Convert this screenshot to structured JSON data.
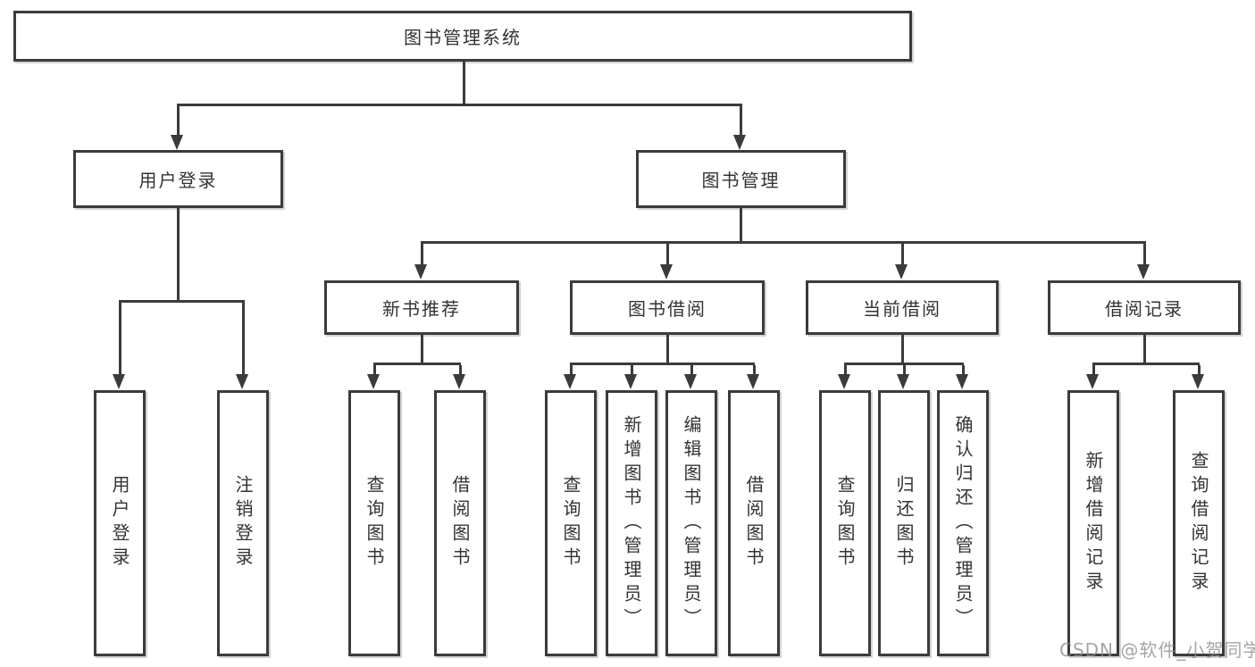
{
  "title": "图书管理系统",
  "tree": {
    "root": "图书管理系统",
    "children": [
      {
        "label": "用户登录",
        "children": [
          {
            "label": "用户登录"
          },
          {
            "label": "注销登录"
          }
        ]
      },
      {
        "label": "图书管理",
        "children": [
          {
            "label": "新书推荐",
            "children": [
              {
                "label": "查询图书"
              },
              {
                "label": "借阅图书"
              }
            ]
          },
          {
            "label": "图书借阅",
            "children": [
              {
                "label": "查询图书"
              },
              {
                "label": "新增图书（管理员）"
              },
              {
                "label": "编辑图书（管理员）"
              },
              {
                "label": "借阅图书"
              }
            ]
          },
          {
            "label": "当前借阅",
            "children": [
              {
                "label": "查询图书"
              },
              {
                "label": "归还图书"
              },
              {
                "label": "确认归还（管理员）"
              }
            ]
          },
          {
            "label": "借阅记录",
            "children": [
              {
                "label": "新增借阅记录"
              },
              {
                "label": "查询借阅记录"
              }
            ]
          }
        ]
      }
    ]
  },
  "watermark": {
    "text": "CSDN @软件_小贺同学"
  },
  "colors": {
    "line": "#3b3b3b",
    "text": "#333333",
    "background": "#ffffff",
    "watermark": "#8c8c8c"
  }
}
